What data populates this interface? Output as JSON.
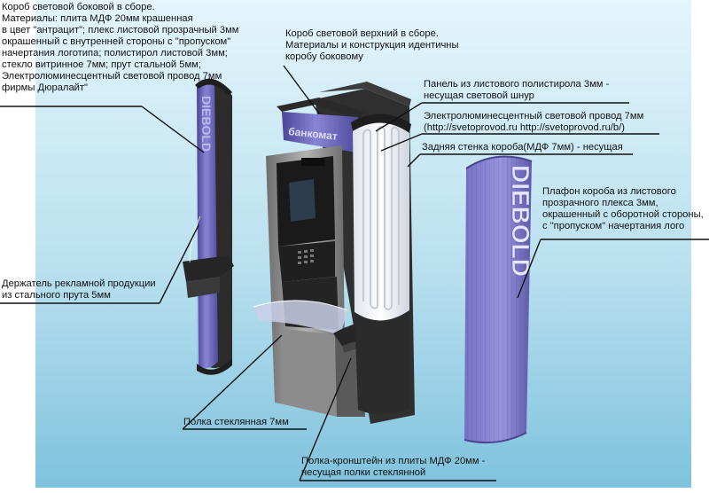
{
  "labels": {
    "side_box": [
      "Короб световой боковой в сборе.",
      "Материалы: плита МДФ 20мм крашенная",
      "в цвет \"антрацит\"; плекс листовой прозрачный 3мм",
      "окрашенный с внутренней стороны с \"пропуском\"",
      "начертания логотипа; полистирол листовой 3мм;",
      "стекло витринное 7мм; прут стальной 5мм;",
      "Электролюминесцентный световой провод 7мм",
      " фирмы Дюралайт\""
    ],
    "top_box": [
      "Короб световой верхний в сборе.",
      "Материалы и конструкция идентичны",
      "коробу боковому"
    ],
    "polystyrene_panel": [
      "Панель из листового полистирола 3мм -",
      "несущая световой шнур"
    ],
    "el_wire": [
      "Электролюминесцентный световой провод 7мм",
      "(http://svetoprovod.ru   http://svetoprovod.ru/b/)"
    ],
    "back_wall": [
      "Задняя стенка короба(МДФ 7мм) - несущая"
    ],
    "shade": [
      "Плафон короба из листового",
      "прозрачного плекса 3мм,",
      " окрашенный с оборотной стороны,",
      "с \"пропуском\" начертания лого"
    ],
    "holder": [
      "Держатель рекламной продукции",
      "из стального прута 5мм"
    ],
    "glass_shelf": [
      "Полка стеклянная 7мм"
    ],
    "bracket": [
      "Полка-кронштейн из плиты МДФ 20мм -",
      "несущая полки стеклянной"
    ]
  },
  "logos": {
    "sign_text": "банкомат",
    "brand_text": "DIEBOLD",
    "side_text": "DIEBOLD"
  },
  "colors": {
    "background_top": "#dff3fb",
    "background_bottom": "#86c6e0",
    "purple": "#6f6ac2",
    "anthracite": "#3a3a3a",
    "metal": "#9a9a9a",
    "panel_white": "#eef0f4"
  }
}
